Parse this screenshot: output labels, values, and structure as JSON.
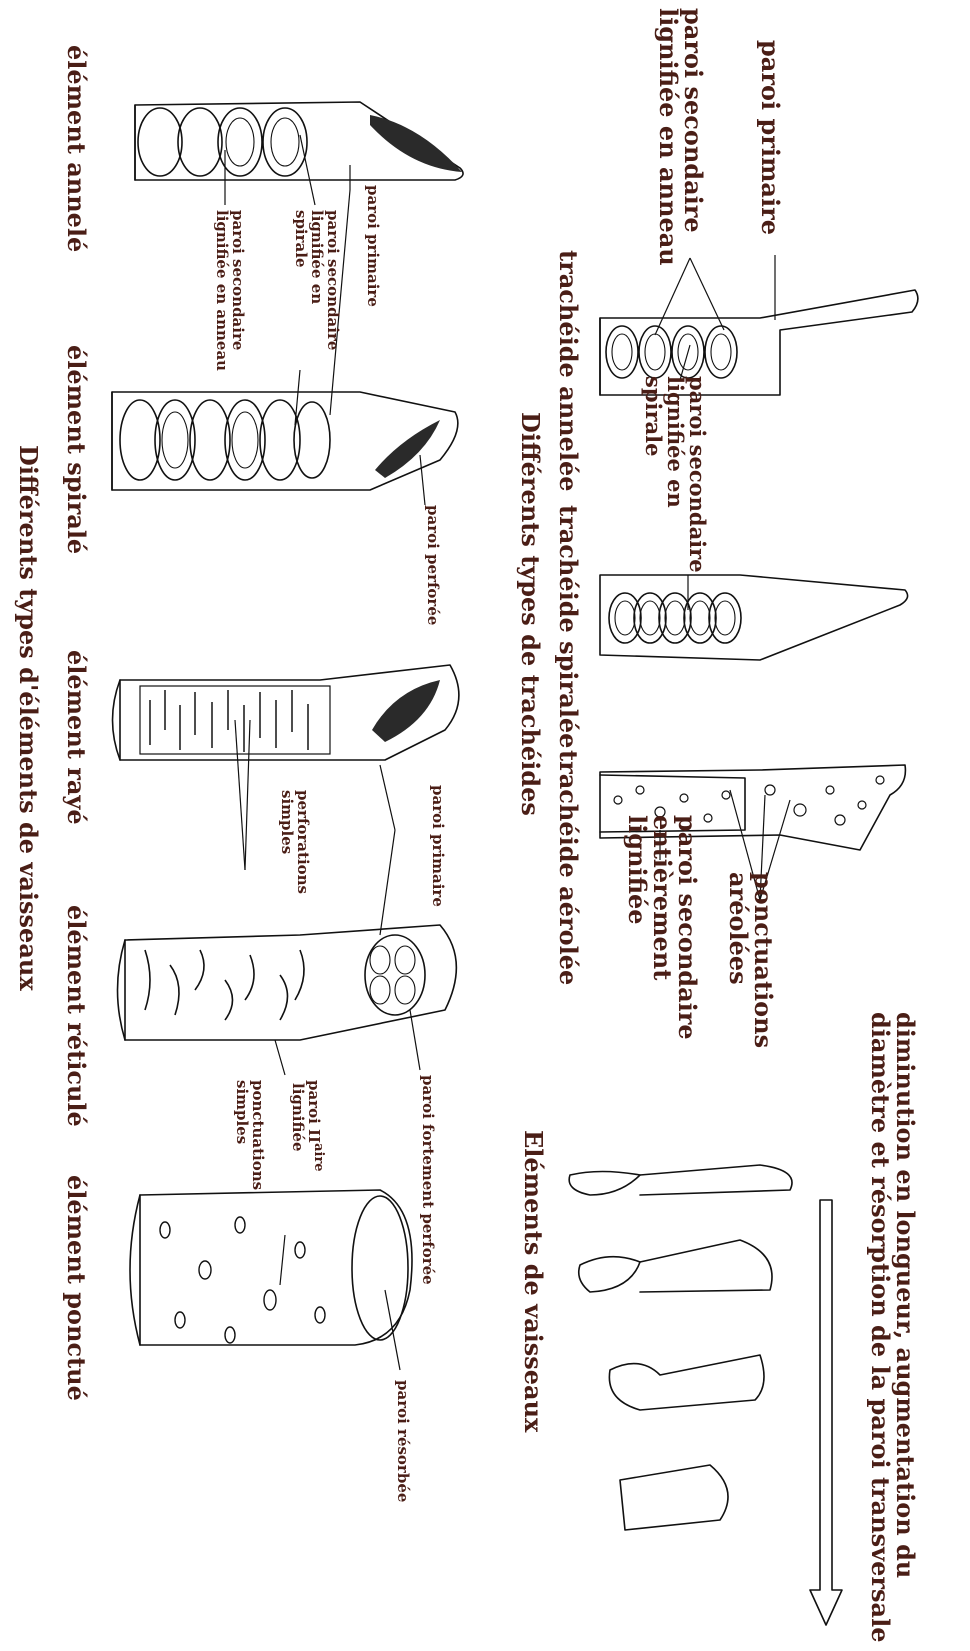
{
  "tracheides": {
    "title": "Différents types de trachéides",
    "paroi_primaire": "paroi primaire",
    "paroi_secondaire_anneau": "paroi secondaire\nlignifiée en anneau",
    "paroi_secondaire_spirale": "paroi secondaire\nlignifiée en\nspirale",
    "tracheide_annelee": "trachéide annelée",
    "tracheide_spiralee": "trachéide spiralée",
    "tracheide_areolee": "trachéide aérolée",
    "ponctuations_areolees": "ponctuations\naréolées",
    "paroi_secondaire_entiere": "paroi secondaire\nentièrement\nlignifiée"
  },
  "vaisseaux": {
    "title": "Différents types d'éléments de vaisseaux",
    "element_annele": "élément annelé",
    "element_spirale": "élément spiralé",
    "element_raye": "élément rayé",
    "element_reticule": "élément réticulé",
    "element_ponctue": "élément ponctué",
    "paroi_primaire_1": "paroi primaire",
    "paroi_secondaire_spirale": "paroi secondaire\nlignifiée en\nspirale",
    "paroi_secondaire_anneau": "paroi secondaire\nlignifiée en anneau",
    "paroi_perforee": "paroi perforée",
    "paroi_primaire_2": "paroi primaire",
    "perforations_simples": "perforations\nsimples",
    "paroi_fortement_perforee": "paroi fortement perforée",
    "paroi_II_aire": "paroi II",
    "paroi_II_aire_sup": "aire",
    "lignifiee": "lignifiée",
    "ponctuations_simples": "ponctuations\nsimples",
    "paroi_resorbee": "paroi résorbée"
  },
  "evolution": {
    "title": "Eléments de vaisseaux",
    "arrow_text": "diminution en longueur, augmentation du\ndiamètre et résorption de la paroi transversale"
  }
}
